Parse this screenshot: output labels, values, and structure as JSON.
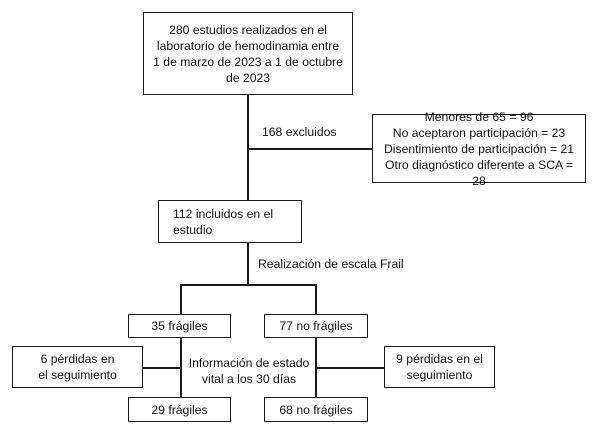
{
  "boxes": {
    "total": {
      "lines": [
        "280 estudios realizados en el",
        "laboratorio de hemodinamia entre",
        "1 de marzo de 2023 a 1 de octubre",
        "de 2023"
      ]
    },
    "excluded_detail": {
      "lines": [
        "Menores de 65 = 96",
        "No aceptaron participación = 23",
        "Disentimiento de participación = 21",
        "Otro diagnóstico diferente a SCA = 28"
      ]
    },
    "included": {
      "lines": [
        "112 incluidos en el",
        "estudio"
      ]
    },
    "fragile": {
      "text": "35 frágiles"
    },
    "non_fragile": {
      "text": "77 no frágiles"
    },
    "lost_left": {
      "lines": [
        "6 pérdidas en",
        "el seguimiento"
      ]
    },
    "lost_right": {
      "lines": [
        "9 pérdidas en el",
        "seguimiento"
      ]
    },
    "fragile_final": {
      "text": "29 frágiles"
    },
    "non_fragile_final": {
      "text": "68 no frágiles"
    }
  },
  "labels": {
    "excluded": "168 excluidos",
    "frail_scale": "Realización de escala Frail",
    "vital_status": [
      "Información de estado",
      "vital a los 30 días"
    ]
  }
}
